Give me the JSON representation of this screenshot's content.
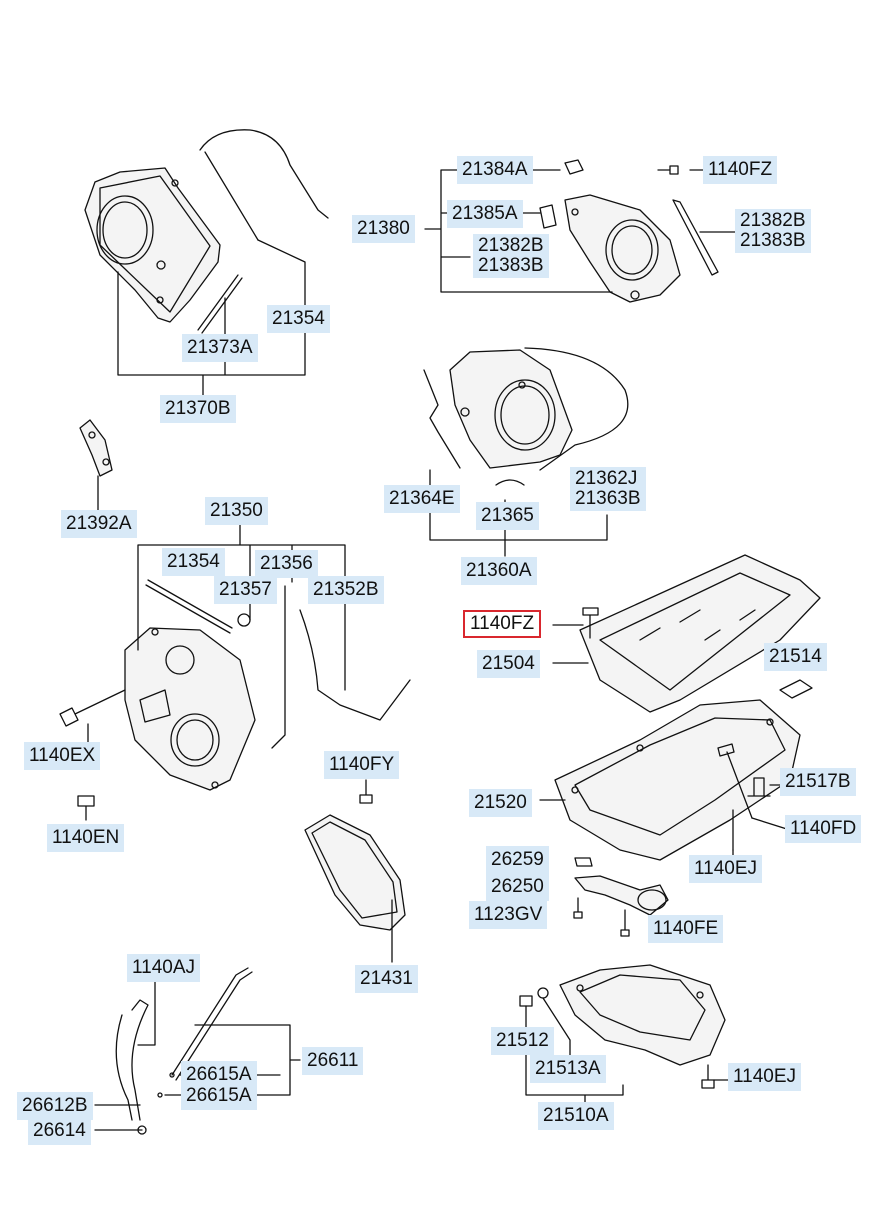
{
  "colors": {
    "label_bg": "#d8e9f7",
    "line": "#111111",
    "highlight": "#d9272e"
  },
  "labels": {
    "p21384A": "21384A",
    "p1140FZ_top": "1140FZ",
    "p21385A": "21385A",
    "p21380": "21380",
    "p21382B_a": "21382B",
    "p21383B_a": "21383B",
    "p21382B_b": "21382B",
    "p21383B_b": "21383B",
    "p21354_a": "21354",
    "p21373A": "21373A",
    "p21370B": "21370B",
    "p21392A": "21392A",
    "p21364E": "21364E",
    "p21362J": "21362J",
    "p21363B": "21363B",
    "p21365": "21365",
    "p21360A": "21360A",
    "p21350": "21350",
    "p21354_b": "21354",
    "p21356": "21356",
    "p21357": "21357",
    "p21352B": "21352B",
    "p1140FZ_hl": "1140FZ",
    "p21504": "21504",
    "p21514": "21514",
    "p1140EX": "1140EX",
    "p1140EN": "1140EN",
    "p1140FY": "1140FY",
    "p21520": "21520",
    "p21517B": "21517B",
    "p1140FD": "1140FD",
    "p1140EJ_a": "1140EJ",
    "p26259": "26259",
    "p26250": "26250",
    "p1123GV": "1123GV",
    "p1140FE": "1140FE",
    "p21431": "21431",
    "p1140AJ": "1140AJ",
    "p26611": "26611",
    "p26615A_a": "26615A",
    "p26615A_b": "26615A",
    "p26612B": "26612B",
    "p26614": "26614",
    "p21512": "21512",
    "p21513A": "21513A",
    "p21510A": "21510A",
    "p1140EJ_b": "1140EJ"
  }
}
